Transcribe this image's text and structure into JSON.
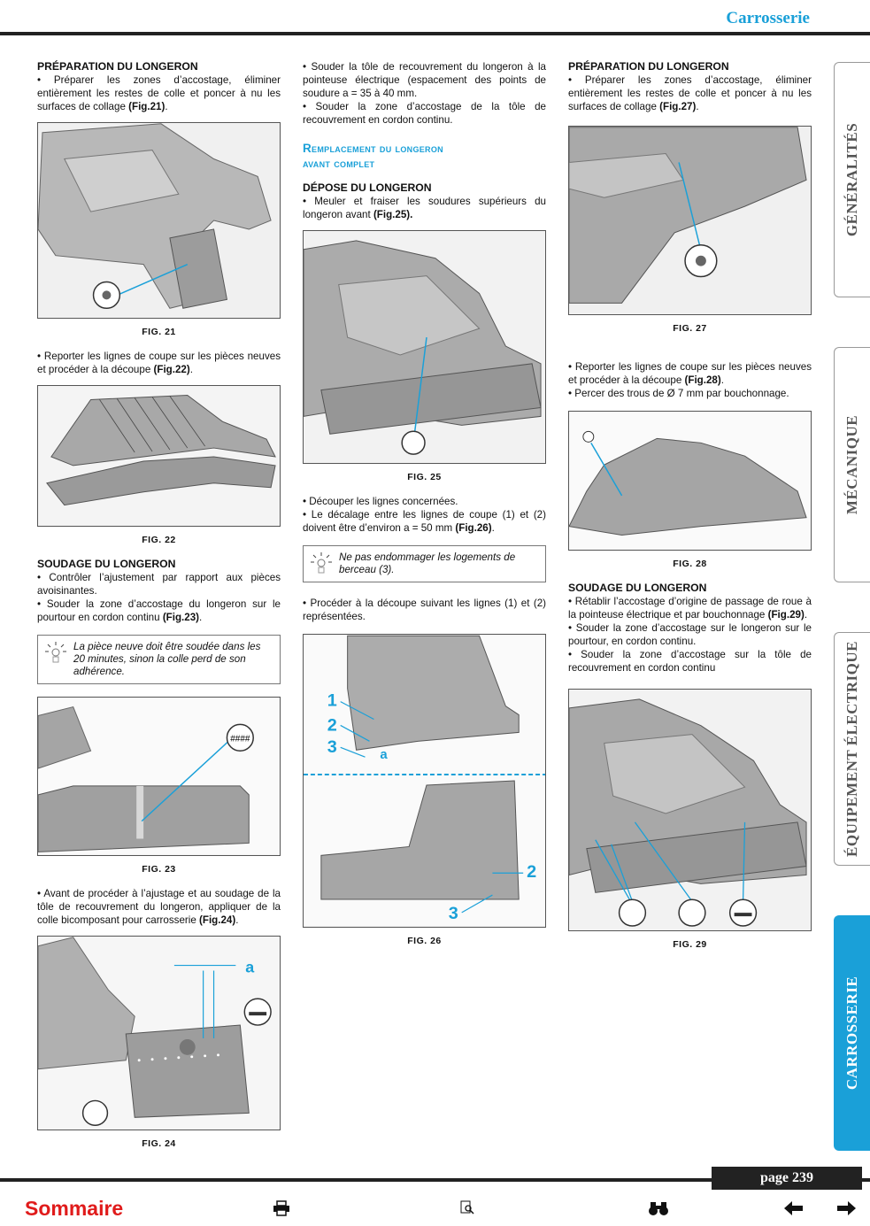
{
  "header": {
    "section": "Carrosserie"
  },
  "col1": {
    "h1": "PRÉPARATION DU LONGERON",
    "p1a": "• Préparer les zones d’accostage, éliminer entièrement les restes de colle et poncer à nu les surfaces de collage ",
    "p1b": "(Fig.21)",
    "p1c": ".",
    "fig21": "FIG. 21",
    "p2a": "• Reporter les lignes de coupe sur les pièces neuves et procéder à la découpe ",
    "p2b": "(Fig.22)",
    "p2c": ".",
    "fig22": "FIG. 22",
    "h2": "SOUDAGE DU LONGERON",
    "p3": "• Contrôler l’ajustement par rapport aux pièces avoisinantes.",
    "p4a": "• Souder la zone d’accostage du longeron sur le pourtour en cordon continu ",
    "p4b": "(Fig.23)",
    "p4c": ".",
    "note": "La pièce neuve doit être soudée dans les 20 minutes, sinon la colle perd de son adhérence.",
    "fig23": "FIG. 23",
    "p5a": "• Avant de procéder à l’ajustage et au soudage de la tôle de recouvrement du longeron, appliquer de la colle bicomposant pour carrosserie ",
    "p5b": "(Fig.24)",
    "p5c": ".",
    "fig24_label_a": "a",
    "fig24": "FIG. 24"
  },
  "col2": {
    "p1": "• Souder la tôle de recouvrement du longeron à la pointeuse électrique (espacement des points de soudure a = 35 à 40 mm.",
    "p2": "• Souder la zone d’accostage de la tôle de recouvrement en cordon continu.",
    "title_l1": "Remplacement du longeron",
    "title_l2": "avant complet",
    "h1": "DÉPOSE DU LONGERON",
    "p3a": "• Meuler et fraiser les soudures supérieurs du longeron avant ",
    "p3b": "(Fig.25).",
    "fig25": "FIG. 25",
    "p4": "• Découper les lignes concernées.",
    "p5a": "• Le décalage entre les lignes de coupe (1) et (2) doivent être d’environ a = 50 mm ",
    "p5b": "(Fig.26)",
    "p5c": ".",
    "note": "Ne pas endommager les logements de berceau (3).",
    "p6": "• Procéder à la découpe suivant les lignes (1) et (2) représentées.",
    "fig26_labels": {
      "n1": "1",
      "n2": "2",
      "n3": "3",
      "a": "a",
      "n2b": "2",
      "n3b": "3"
    },
    "fig26": "FIG. 26"
  },
  "col3": {
    "h1": "PRÉPARATION DU LONGERON",
    "p1a": "• Préparer les zones d’accostage, éliminer entièrement les restes de colle et poncer à nu les surfaces de collage ",
    "p1b": "(Fig.27)",
    "p1c": ".",
    "fig27": "FIG. 27",
    "p2a": "• Reporter les lignes de coupe sur les pièces neuves et procéder à la découpe ",
    "p2b": "(Fig.28)",
    "p2c": ".",
    "p3": "• Percer des trous de Ø 7 mm par bouchonnage.",
    "fig28": "FIG. 28",
    "h2": "SOUDAGE DU LONGERON",
    "p4a": "• Rétablir l’accostage d’origine de passage de roue à la pointeuse électrique et par bouchonnage ",
    "p4b": "(Fig.29)",
    "p4c": ".",
    "p5": "• Souder la zone d’accostage sur le longeron sur le pourtour, en cordon continu.",
    "p6": "• Souder la zone d’accostage sur la tôle de recouvrement en cordon continu",
    "fig29": "FIG. 29"
  },
  "tabs": [
    "GÉNÉRALITÉS",
    "MÉCANIQUE",
    "ÉQUIPEMENT ÉLECTRIQUE",
    "CARROSSERIE"
  ],
  "footer": {
    "page": "page 239",
    "sommaire": "Sommaire"
  },
  "colors": {
    "accent": "#1aa0d8",
    "sommaire": "#e01b1b",
    "rule": "#222222"
  },
  "icons": [
    "printer-icon",
    "zoom-icon",
    "binoculars-icon",
    "arrow-left-icon",
    "arrow-right-icon"
  ]
}
